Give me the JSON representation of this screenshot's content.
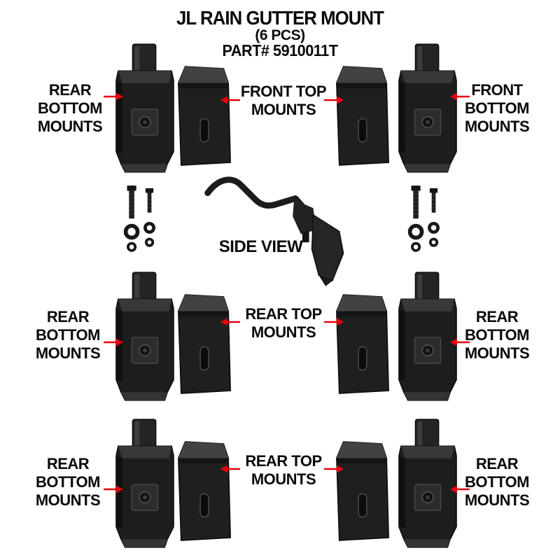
{
  "title": {
    "line1": "JL RAIN GUTTER MOUNT",
    "line2": "(6 PCS)",
    "line3": "PART# 5910011T"
  },
  "labels": {
    "side_view": "SIDE VIEW",
    "r1": {
      "left": "REAR\nBOTTOM\nMOUNTS",
      "center": "FRONT TOP\nMOUNTS",
      "right": "FRONT\nBOTTOM\nMOUNTS"
    },
    "r2": {
      "left": "REAR\nBOTTOM\nMOUNTS",
      "center": "REAR TOP\nMOUNTS",
      "right": "REAR\nBOTTOM\nMOUNTS"
    },
    "r3": {
      "left": "REAR\nBOTTOM\nMOUNTS",
      "center": "REAR TOP\nMOUNTS",
      "right": "REAR\nBOTTOM\nMOUNTS"
    }
  },
  "colors": {
    "background": "#ffffff",
    "text": "#0a0a0a",
    "arrow_red": "#e8000d",
    "bracket_dark": "#1d1d1d"
  }
}
